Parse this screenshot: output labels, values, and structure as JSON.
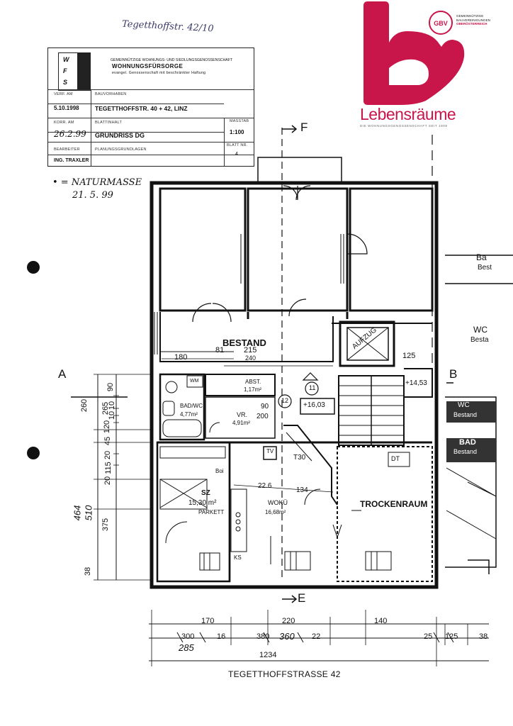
{
  "handwritten": {
    "top_note": "Tegetthoffstr. 42/10",
    "legend_line1": "• = NATURMASSE",
    "legend_line2": "21. 5. 99"
  },
  "title_block": {
    "company_line1": "GEMEINNÜTZIGE WOHNUNGS- UND SIEDLUNGSGENOSSENSCHAFT",
    "company_name": "WOHNUNGSFÜRSORGE",
    "company_line3": "evangel. Genossenschaft mit beschränkter Haftung",
    "logo_letters": [
      "W",
      "F",
      "S"
    ],
    "verf_am_label": "VERF. AM",
    "verf_am_value": "5.10.1998",
    "bauvorhaben_label": "BAUVORHABEN",
    "bauvorhaben_value": "TEGETTHOFFSTR. 40 + 42, LINZ",
    "korr_am_label": "KORR. AM",
    "korr_am_value": "26.2.99",
    "blattinhalt_label": "BLATTINHALT",
    "blattinhalt_value": "GRUNDRISS DG",
    "masstab_label": "MASSTAB",
    "masstab_value": "1:100",
    "bearbeiter_label": "BEARBEITER",
    "bearbeiter_value": "ING. TRAXLER",
    "planungs_label": "PLANUNGSGRUNDLAGEN",
    "blatt_nr_label": "BLATT NR.",
    "blatt_nr_value": "4"
  },
  "brand": {
    "wordmark": "Lebensräume",
    "tagline": "DIE WOHNUNGSGENOSSENSCHAFT SEIT 1909",
    "gbv_circle": "GBV",
    "gbv_lines": [
      "GEMEINNÜTZIGE",
      "BAUVEREINIGUNGEN",
      "OBERÖSTERREICH"
    ],
    "color_primary": "#c8164a"
  },
  "plan": {
    "section_F": "F",
    "section_E": "E",
    "section_A": "A",
    "section_B": "B",
    "rooms": {
      "bestand": "BESTAND",
      "aufzug": "AUFZUG",
      "bad_wc": "BAD/WC",
      "bad_wc_area": "4,77m²",
      "abst": "ABST.",
      "abst_area": "1,17m²",
      "vr": "VR.",
      "vr_area": "4,91m²",
      "sz": "SZ",
      "sz_area": "15,30 m²",
      "sz_floor": "PARKETT",
      "woku": "WOKÜ",
      "woku_area": "16,68m²",
      "trockenraum": "TROCKENRAUM",
      "dt": "DT",
      "ba_right": "Ba",
      "best_right": "Best",
      "wc_right": "WC",
      "besta_right": "Besta",
      "wc_right2": "WC",
      "bestand_right2": "Bestand",
      "bad_right": "BAD",
      "bestand_right3": "Bestand",
      "tv": "TV",
      "t30": "T30",
      "ks": "KS",
      "boi": "Boi"
    },
    "markers": {
      "m11": "11",
      "m12": "12",
      "level_1603": "+16,03",
      "level_1453": "+14,53",
      "wm": "WM"
    },
    "dims_top": [
      "180",
      "81",
      "215",
      "240",
      "125",
      "90",
      "200",
      "22.6",
      "134"
    ],
    "dims_left": [
      "260",
      "265",
      "90",
      "10",
      "10",
      "120",
      "45",
      "20",
      "115",
      "20",
      "464",
      "510",
      "375",
      "38"
    ],
    "dims_bottom_row1": [
      "170",
      "220",
      "140"
    ],
    "dims_bottom_row2": [
      "300",
      "16",
      "380",
      "360",
      "22",
      "25",
      "125",
      "38"
    ],
    "dims_bottom_285": "285",
    "dims_total": "1234",
    "street": "TEGETTHOFFSTRASSE 42"
  }
}
